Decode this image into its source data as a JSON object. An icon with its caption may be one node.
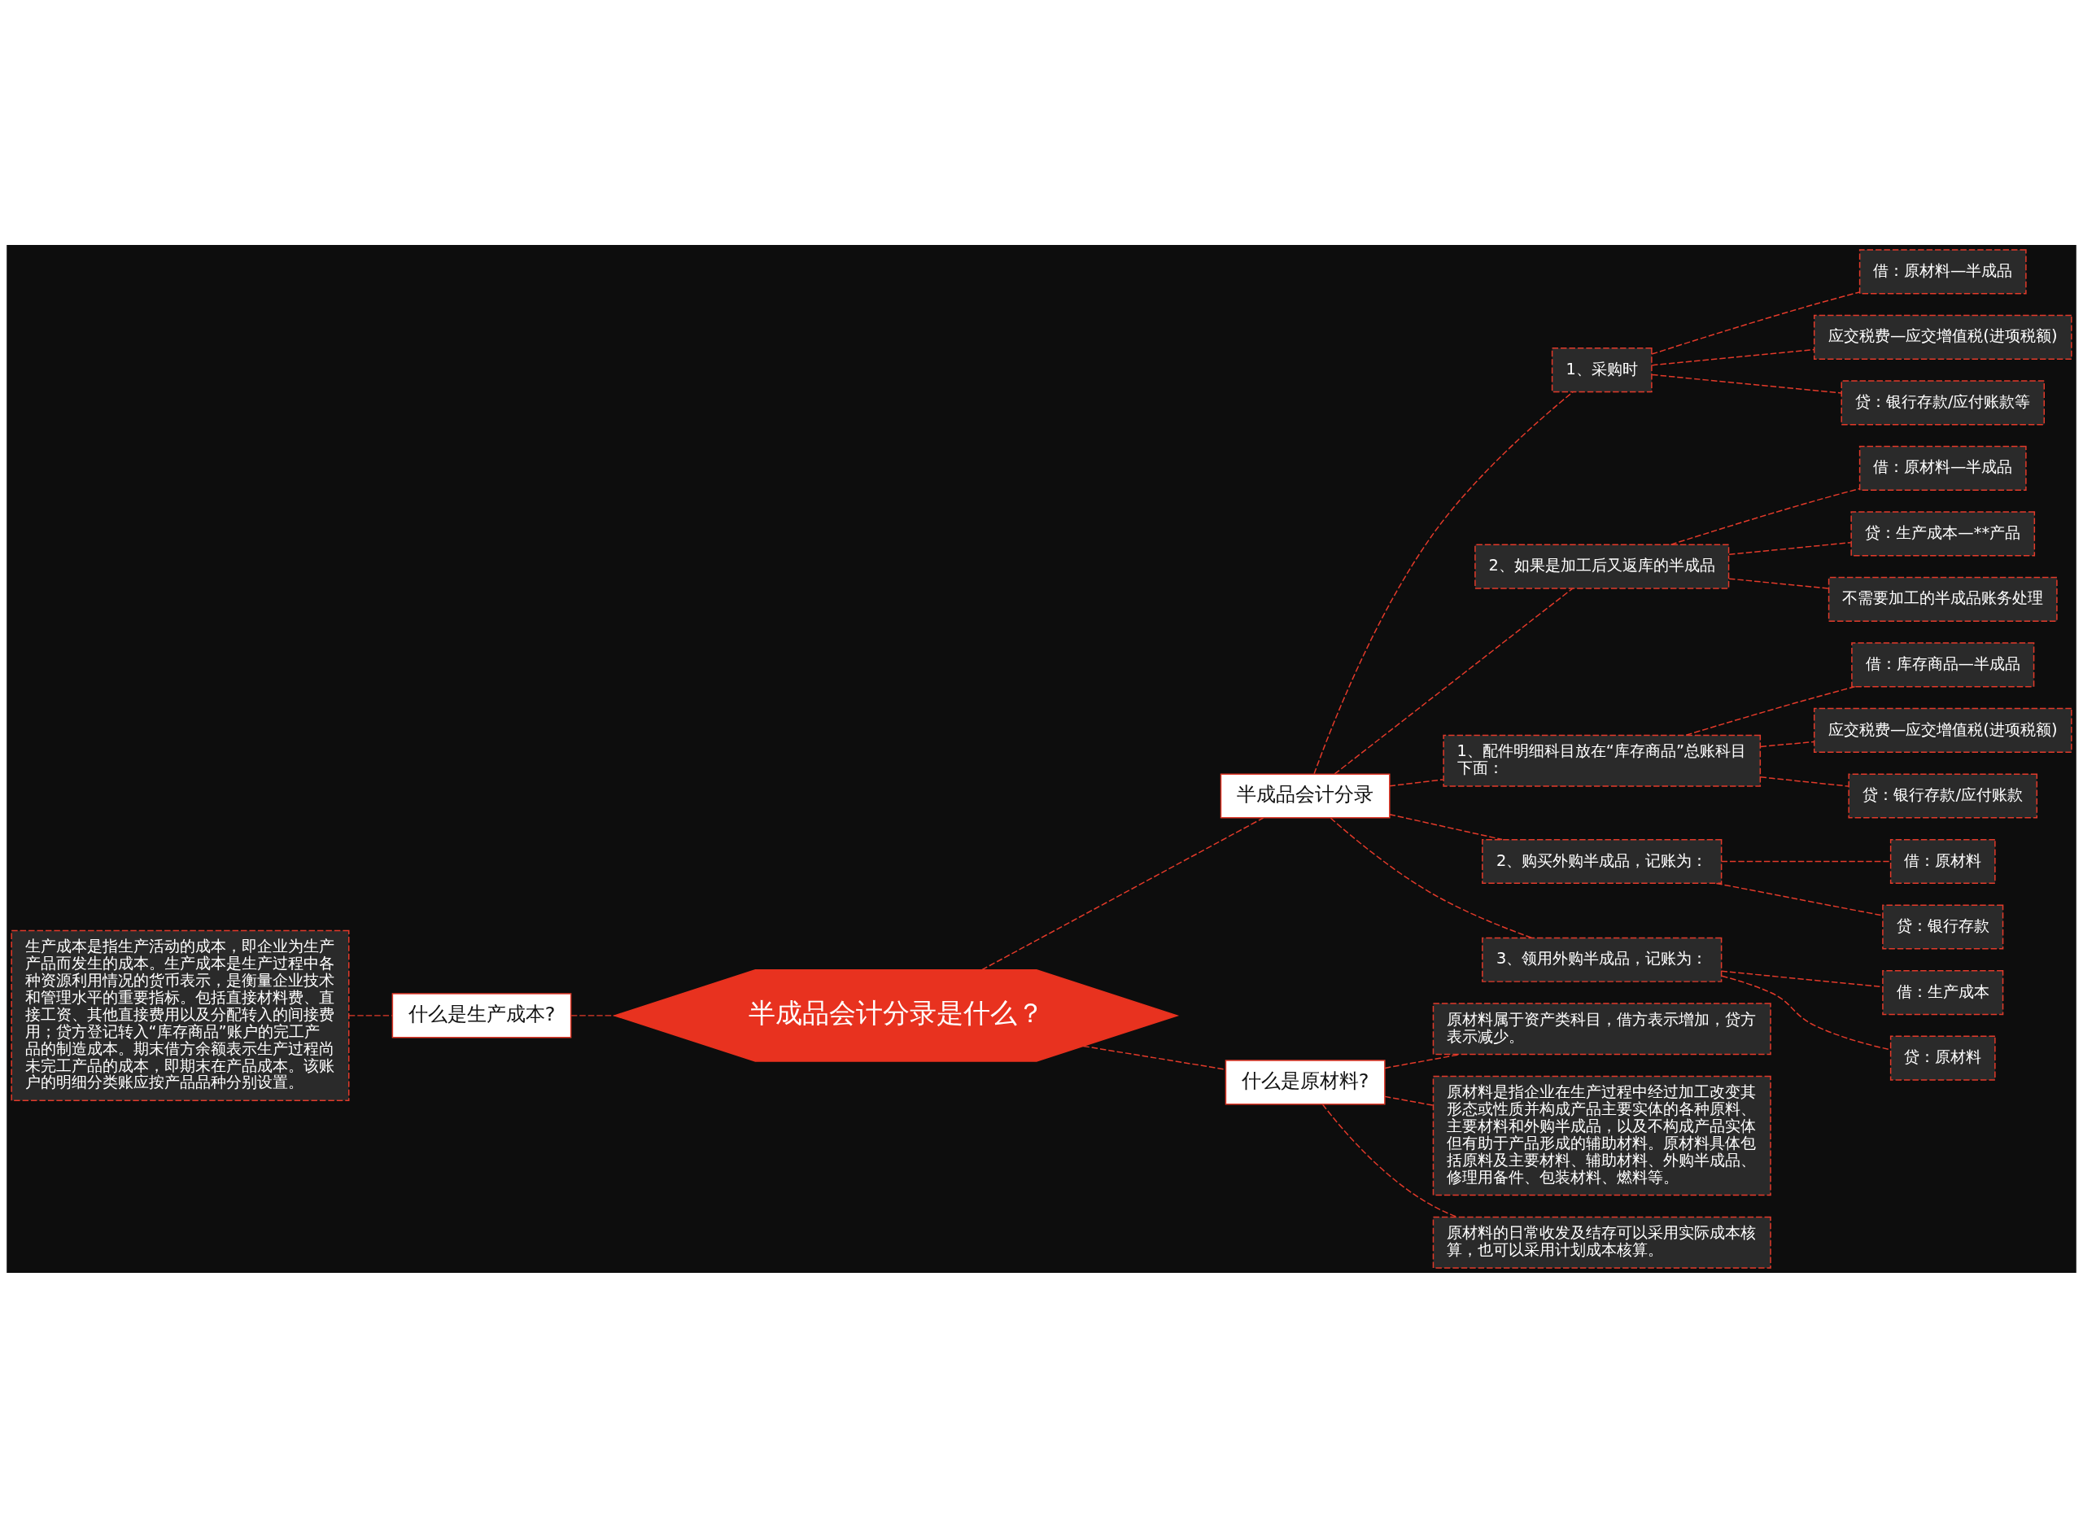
{
  "diagram": {
    "nodes": [
      {
        "text": [
          "半成品会计分录是什么？"
        ]
      },
      {
        "text": [
          "什么是生产成本?"
        ]
      },
      {
        "text": [
          "生产成本是指生产活动的成本，即企业为生产产品而发生的成本。生产成本是生产过程中各种资源利用情况的货币表示，是衡量企业技术和管理水平的重要指标。包括直接材料费、直接工资、其他直接费用以及分配转入的间接费用；贷方登记转入“库存商品”账户的完工产品的制造成本。期末借方余额表示生产过程尚未完工产品的成本，即期末在产品成本。该账户的明细分类账应按产品品种分别设置。"
        ]
      },
      {
        "text": [
          "半成品会计分录"
        ]
      },
      {
        "text": [
          "1、采购时"
        ]
      },
      {
        "text": [
          "借：原材料—半成品"
        ]
      },
      {
        "text": [
          "应交税费—应交增值税(进项税额)"
        ]
      },
      {
        "text": [
          "贷：银行存款/应付账款等"
        ]
      },
      {
        "text": [
          "2、如果是加工后又返库的半成品"
        ]
      },
      {
        "text": [
          "借：原材料—半成品"
        ]
      },
      {
        "text": [
          "贷：生产成本—**产品"
        ]
      },
      {
        "text": [
          "不需要加工的半成品账务处理"
        ]
      },
      {
        "text": [
          "1、配件明细科目放在“库存商品”总账科目下面："
        ]
      },
      {
        "text": [
          "借：库存商品—半成品"
        ]
      },
      {
        "text": [
          "应交税费—应交增值税(进项税额)"
        ]
      },
      {
        "text": [
          "贷：银行存款/应付账款"
        ]
      },
      {
        "text": [
          "2、购买外购半成品，记账为："
        ]
      },
      {
        "text": [
          "借：原材料"
        ]
      },
      {
        "text": [
          "贷：银行存款"
        ]
      },
      {
        "text": [
          "3、领用外购半成品，记账为："
        ]
      },
      {
        "text": [
          "借：生产成本"
        ]
      },
      {
        "text": [
          "贷：原材料"
        ]
      },
      {
        "text": [
          "什么是原材料?"
        ]
      },
      {
        "text": [
          "原材料属于资产类科目，借方表示增加，贷方表示减少。"
        ]
      },
      {
        "text": [
          "原材料是指企业在生产过程中经过加工改变其形态或性质并构成产品主要实体的各种原料、主要材料和外购半成品，以及不构成产品实体但有助于产品形成的辅助材料。原材料具体包括原料及主要材料、辅助材料、外购半成品、修理用备件、包装材料、燃料等。"
        ]
      },
      {
        "text": [
          "原材料的日常收发及结存可以采用实际成本核算，也可以采用计划成本核算。"
        ]
      }
    ],
    "edges": [
      {
        "from": 1,
        "to": 0,
        "arrow": "none",
        "style": "dashed"
      },
      {
        "from": 2,
        "to": 1,
        "arrow": "none",
        "style": "dashed"
      },
      {
        "from": 0,
        "to": 3,
        "arrow": "none",
        "style": "dashed"
      },
      {
        "from": 3,
        "to": 4,
        "arrow": "none",
        "style": "dashed"
      },
      {
        "from": 4,
        "to": 5,
        "arrow": "none",
        "style": "dashed"
      },
      {
        "from": 4,
        "to": 6,
        "arrow": "none",
        "style": "dashed"
      },
      {
        "from": 4,
        "to": 7,
        "arrow": "none",
        "style": "dashed"
      },
      {
        "from": 3,
        "to": 8,
        "arrow": "none",
        "style": "dashed"
      },
      {
        "from": 8,
        "to": 9,
        "arrow": "none",
        "style": "dashed"
      },
      {
        "from": 8,
        "to": 10,
        "arrow": "none",
        "style": "dashed"
      },
      {
        "from": 8,
        "to": 11,
        "arrow": "none",
        "style": "dashed"
      },
      {
        "from": 3,
        "to": 12,
        "arrow": "none",
        "style": "dashed"
      },
      {
        "from": 12,
        "to": 13,
        "arrow": "none",
        "style": "dashed"
      },
      {
        "from": 12,
        "to": 14,
        "arrow": "none",
        "style": "dashed"
      },
      {
        "from": 12,
        "to": 15,
        "arrow": "none",
        "style": "dashed"
      },
      {
        "from": 3,
        "to": 16,
        "arrow": "none",
        "style": "dashed"
      },
      {
        "from": 16,
        "to": 17,
        "arrow": "none",
        "style": "dashed"
      },
      {
        "from": 16,
        "to": 18,
        "arrow": "none",
        "style": "dashed"
      },
      {
        "from": 3,
        "to": 19,
        "arrow": "none",
        "style": "dashed"
      },
      {
        "from": 19,
        "to": 20,
        "arrow": "none",
        "style": "dashed"
      },
      {
        "from": 19,
        "to": 21,
        "arrow": "none",
        "style": "dashed"
      },
      {
        "from": 0,
        "to": 22,
        "arrow": "none",
        "style": "dashed"
      },
      {
        "from": 22,
        "to": 23,
        "arrow": "none",
        "style": "dashed"
      },
      {
        "from": 22,
        "to": 24,
        "arrow": "none",
        "style": "dashed"
      },
      {
        "from": 22,
        "to": 25,
        "arrow": "none",
        "style": "dashed"
      }
    ]
  }
}
